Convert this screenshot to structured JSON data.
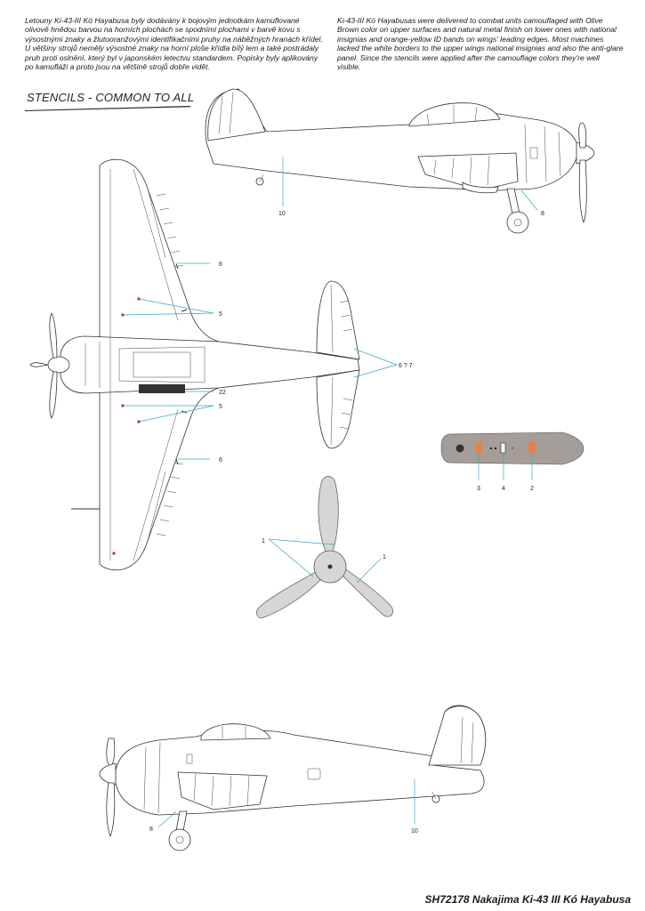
{
  "intro_cz": "Letouny Ki-43-III Kó Hayabusa byly dodávány k bojovým jednotkám kamuflované olivově hnědou barvou na horních plochách se spodními plochami v barvě kovu s výsostnými znaky a žlutooranžovými identifikačními pruhy na náběžných hranách křídel. U většiny strojů neměly výsostné znaky na horní ploše křídla bílý lem a také postrádaly pruh proti oslnění, který byl v japonském letectvu standardem. Popisky byly aplikovány po kamufláži a proto jsou na většině strojů dobře vidět.",
  "intro_en": "Ki-43-III Kó Hayabusas were delivered to combat units camouflaged with Olive Brown color on upper surfaces and natural metal finish on lower ones with national insignias and orange-yellow ID bands on wings' leading edges. Most machines lacked the white borders to the upper wings national insignias and also the anti-glare panel. Since the stencils were applied after the camouflage colors they're well visible.",
  "section_title": "STENCILS - COMMON TO ALL",
  "footer_title": "SH72178 Nakajima Ki-43 III Kó Hayabusa",
  "callouts": {
    "top_side_10": "10",
    "top_side_8": "8",
    "wing_6_upper": "6",
    "wing_5_upper": "5",
    "tail_6_7": "6 ? 7",
    "wing_22": "22",
    "wing_5_lower": "5",
    "wing_6_lower": "6",
    "panel_3": "3",
    "panel_4": "4",
    "panel_2": "2",
    "prop_1_left": "1",
    "prop_1_right": "1",
    "bottom_side_8": "8",
    "bottom_side_10": "10"
  },
  "colors": {
    "line": "#333333",
    "callout_line": "#3aa6c9",
    "panel_fill": "#a59d97",
    "prop_fill": "#d6d6d6",
    "stencil_orange": "#e8823a",
    "stencil_red": "#c0263a",
    "wing_band": "#333333"
  }
}
